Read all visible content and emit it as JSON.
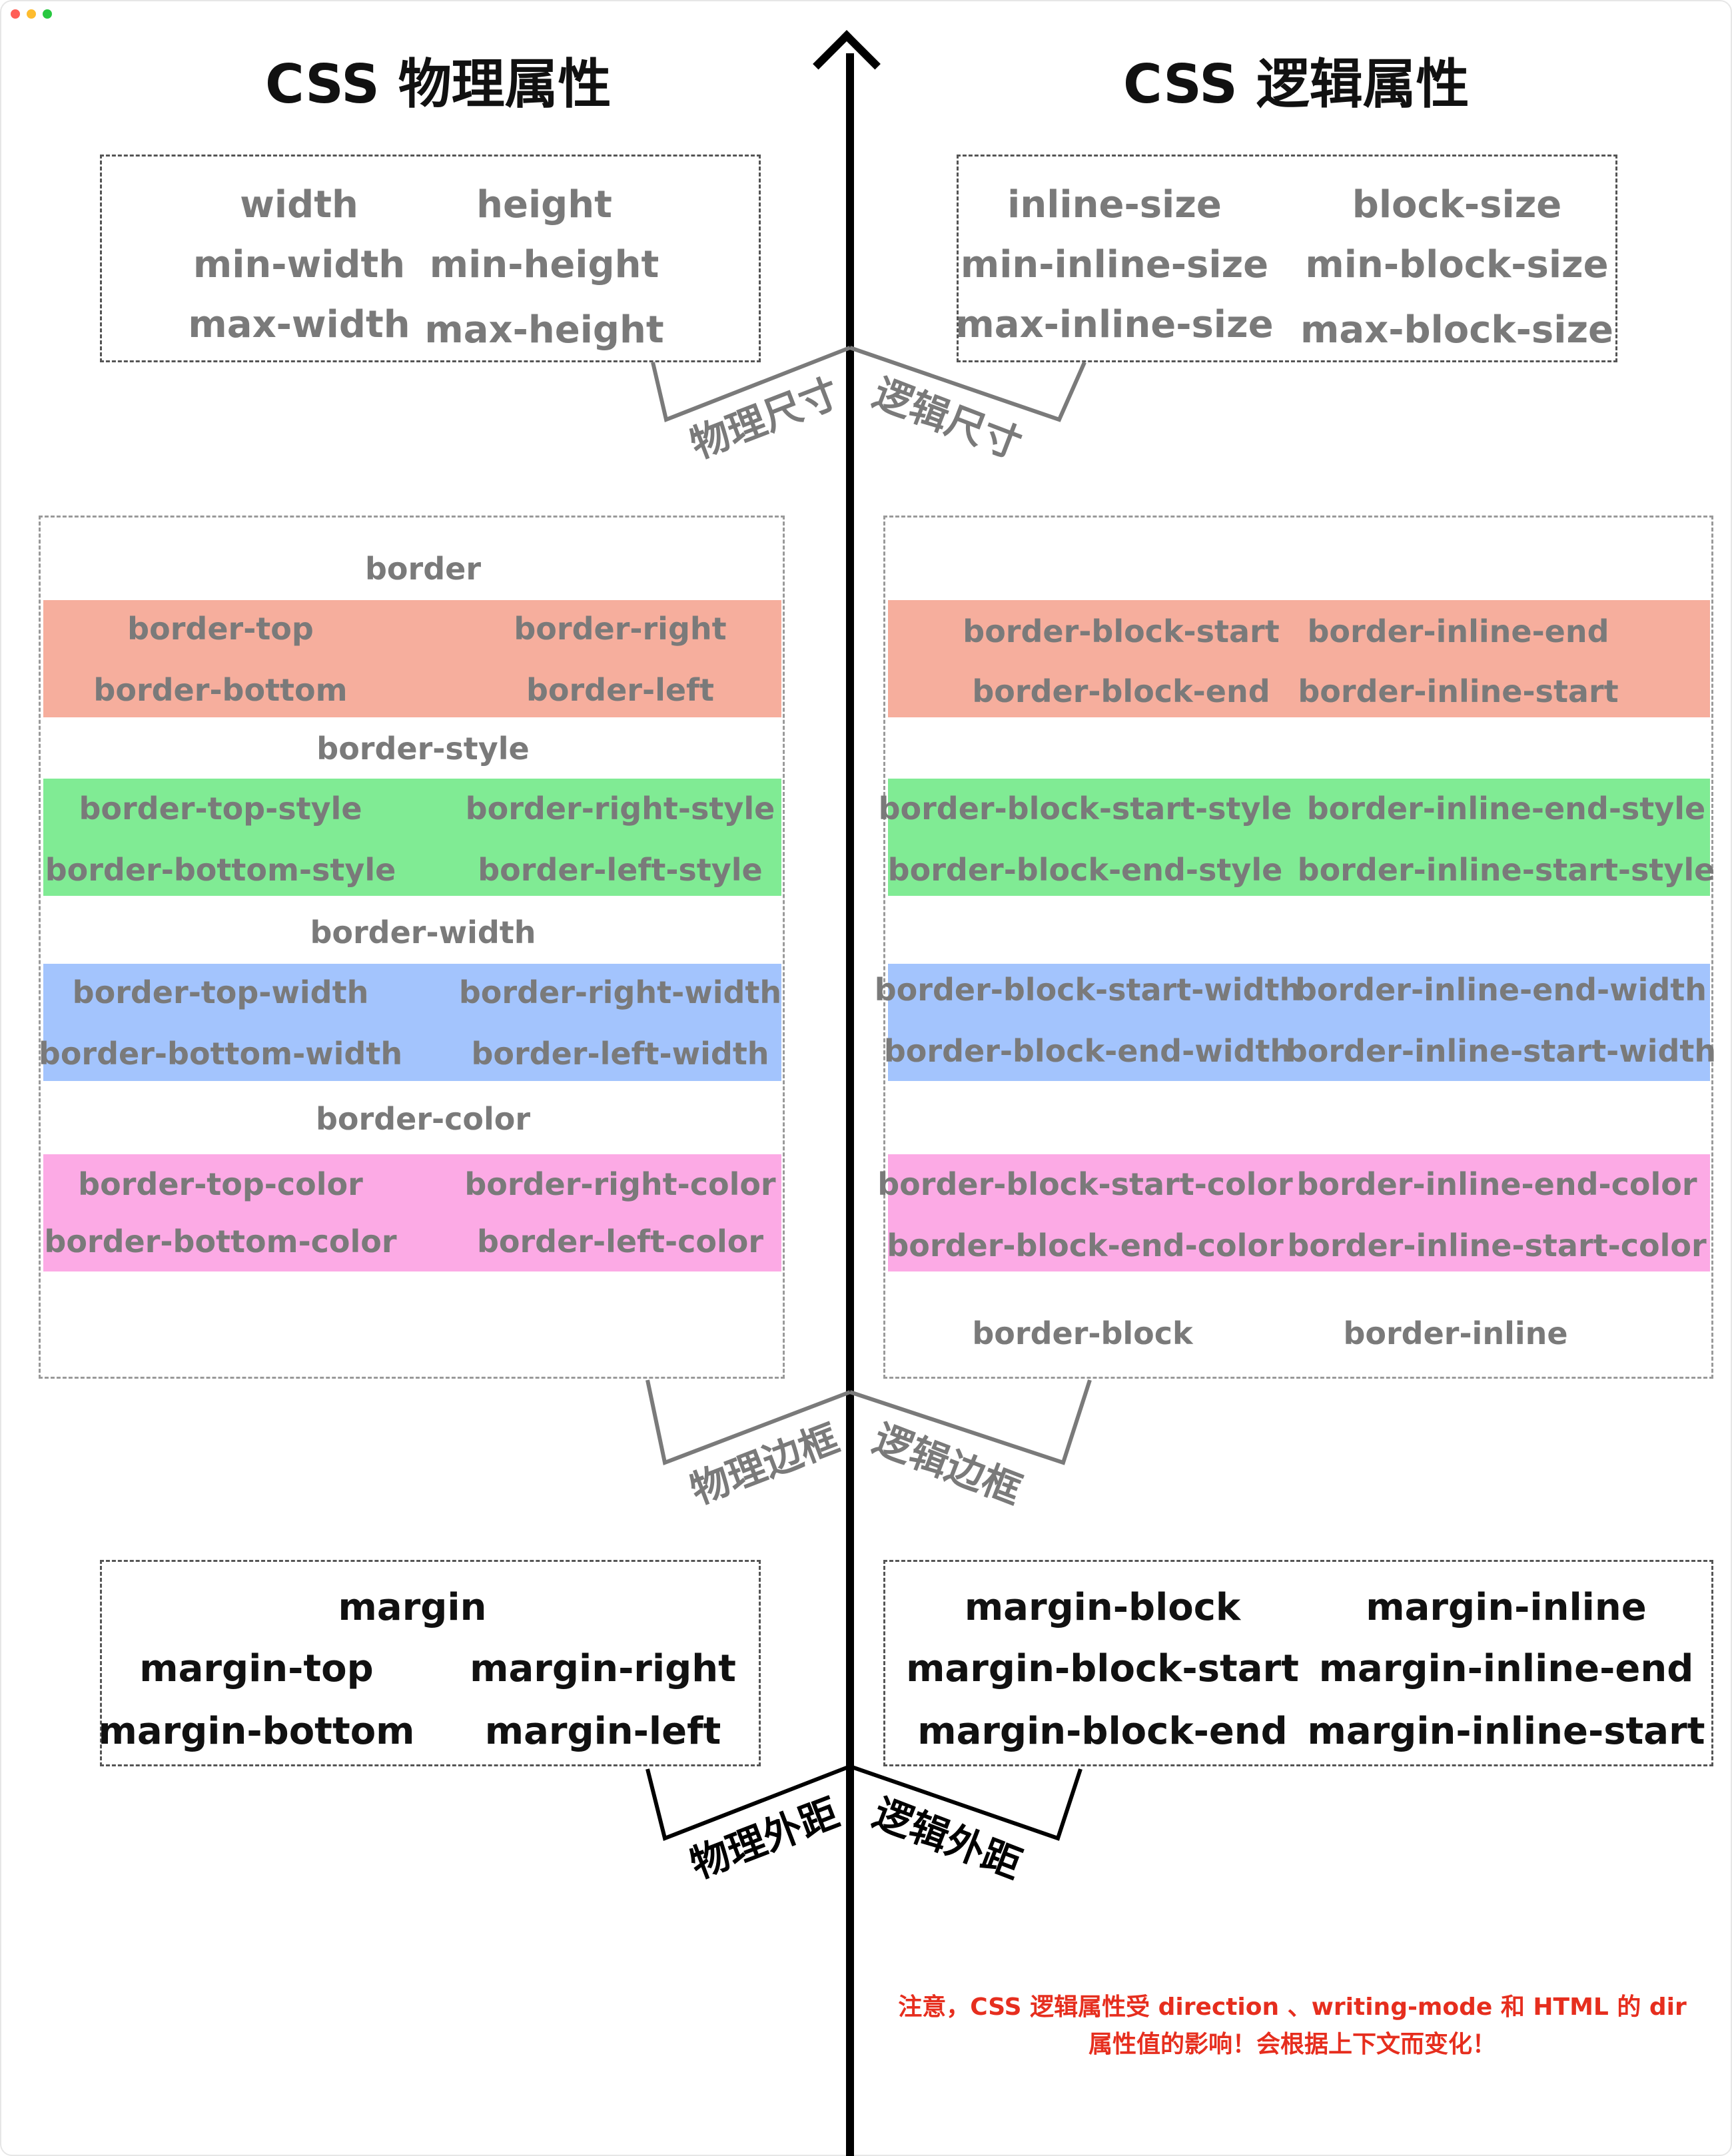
{
  "window": {
    "controls": [
      "close",
      "minimize",
      "maximize"
    ],
    "colors": [
      "#ff5f57",
      "#febc2e",
      "#28c840"
    ]
  },
  "titles": {
    "physical": "CSS 物理属性",
    "logical": "CSS 逻辑属性"
  },
  "sizing": {
    "physical": {
      "r0c0": "width",
      "r0c1": "height",
      "r1c0": "min-width",
      "r1c1": "min-height",
      "r2c0": "max-width",
      "r2c1": "max-height"
    },
    "logical": {
      "r0c0": "inline-size",
      "r0c1": "block-size",
      "r1c0": "min-inline-size",
      "r1c1": "min-block-size",
      "r2c0": "max-inline-size",
      "r2c1": "max-block-size"
    },
    "label_physical": "物理尺寸",
    "label_logical": "逻辑尺寸"
  },
  "border": {
    "physical": {
      "border": "border",
      "top": "border-top",
      "right": "border-right",
      "bottom": "border-bottom",
      "left": "border-left",
      "style": "border-style",
      "top_style": "border-top-style",
      "right_style": "border-right-style",
      "bottom_style": "border-bottom-style",
      "left_style": "border-left-style",
      "width": "border-width",
      "top_width": "border-top-width",
      "right_width": "border-right-width",
      "bottom_width": "border-bottom-width",
      "left_width": "border-left-width",
      "color": "border-color",
      "top_color": "border-top-color",
      "right_color": "border-right-color",
      "bottom_color": "border-bottom-color",
      "left_color": "border-left-color"
    },
    "logical": {
      "block_start": "border-block-start",
      "inline_end": "border-inline-end",
      "block_end": "border-block-end",
      "inline_start": "border-inline-start",
      "block_start_style": "border-block-start-style",
      "inline_end_style": "border-inline-end-style",
      "block_end_style": "border-block-end-style",
      "inline_start_style": "border-inline-start-style",
      "block_start_width": "border-block-start-width",
      "inline_end_width": "border-inline-end-width",
      "block_end_width": "border-block-end-width",
      "inline_start_width": "border-inline-start-width",
      "block_start_color": "border-block-start-color",
      "inline_end_color": "border-inline-end-color",
      "block_end_color": "border-block-end-color",
      "inline_start_color": "border-inline-start-color",
      "block": "border-block",
      "inline": "border-inline"
    },
    "band_colors": {
      "base": "#f6ae9d",
      "style": "#80eb94",
      "width": "#a3c4fd",
      "color": "#fcaae5"
    },
    "label_physical": "物理边框",
    "label_logical": "逻辑边框"
  },
  "margin": {
    "physical": {
      "margin": "margin",
      "top": "margin-top",
      "right": "margin-right",
      "bottom": "margin-bottom",
      "left": "margin-left"
    },
    "logical": {
      "block": "margin-block",
      "inline": "margin-inline",
      "block_start": "margin-block-start",
      "inline_end": "margin-inline-end",
      "block_end": "margin-block-end",
      "inline_start": "margin-inline-start"
    },
    "label_physical": "物理外距",
    "label_logical": "逻辑外距"
  },
  "note": {
    "line1": "注意，CSS 逻辑属性受 direction 、writing-mode 和 HTML 的 dir",
    "line2": "属性值的影响！会根据上下文而变化！"
  }
}
